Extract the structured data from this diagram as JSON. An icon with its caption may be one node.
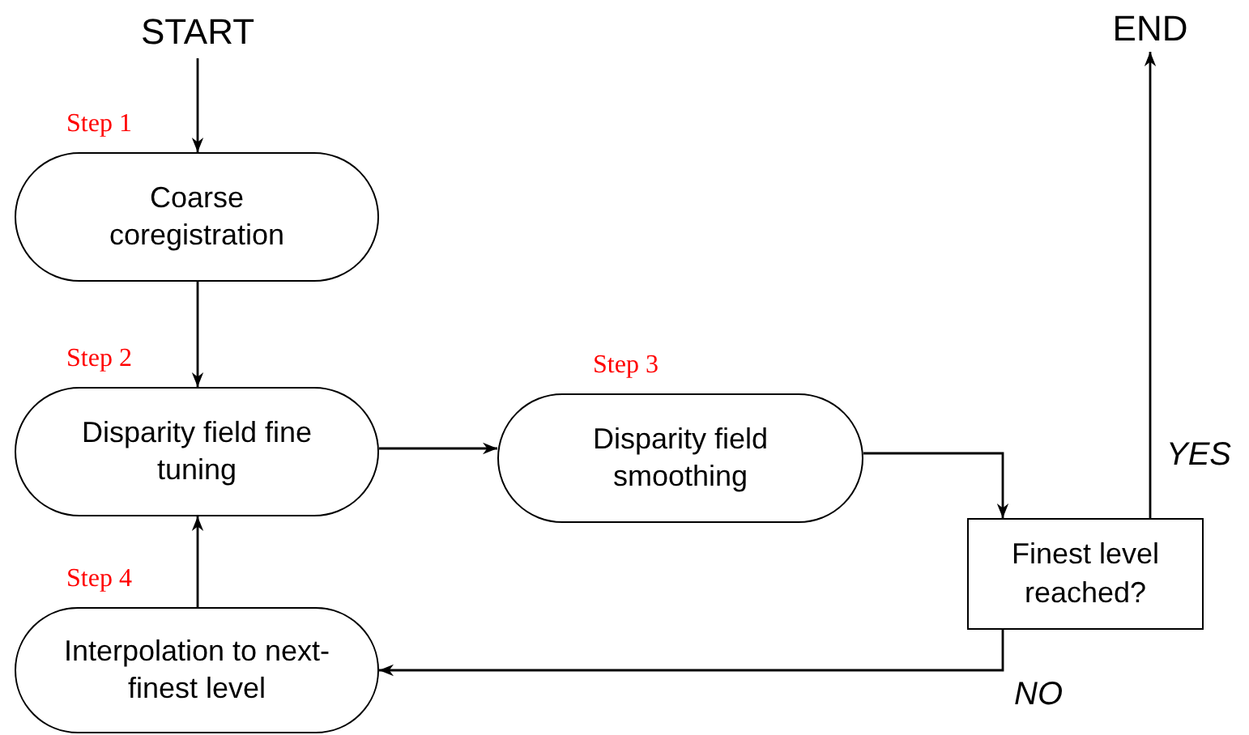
{
  "diagram": {
    "nodes": [
      {
        "text": [
          "START"
        ]
      },
      {
        "text": [
          "Coarse coregistration"
        ],
        "beside": [
          "Step 1"
        ]
      },
      {
        "text": [
          "Disparity field fine tuning"
        ],
        "beside": [
          "Step 2"
        ]
      },
      {
        "text": [
          "Disparity field smoothing"
        ],
        "beside": [
          "Step 3"
        ]
      },
      {
        "text": [
          "END"
        ]
      },
      {
        "text": [
          "Finest level reached?"
        ]
      },
      {
        "text": [
          "Interpolation to next-finest level"
        ],
        "beside": [
          "Step 4"
        ]
      }
    ],
    "edges": [
      {
        "from": 0,
        "to": 1,
        "arrow": "to"
      },
      {
        "from": 1,
        "to": 2,
        "arrow": "to"
      },
      {
        "from": 2,
        "to": 3,
        "arrow": "to"
      },
      {
        "from": 3,
        "to": 5,
        "arrow": "to"
      },
      {
        "from": 5,
        "to": 4,
        "arrow": "to",
        "label": "YES"
      },
      {
        "from": 5,
        "to": 6,
        "arrow": "to",
        "label": "NO"
      },
      {
        "from": 6,
        "to": 2,
        "arrow": "to"
      }
    ]
  }
}
